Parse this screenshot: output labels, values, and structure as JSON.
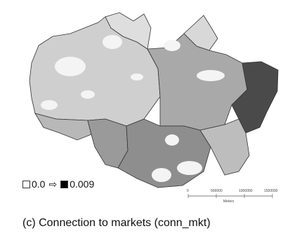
{
  "legend": {
    "min_label": "0.0",
    "max_label": "0.009",
    "arrow_glyph": "⇨",
    "min_color": "#ffffff",
    "max_color": "#000000"
  },
  "scale_bar": {
    "unit": "Meters",
    "ticks": [
      "0",
      "500000",
      "1000000",
      "1500000"
    ]
  },
  "caption": "(c) Connection to markets (conn_mkt)",
  "colors": {
    "background": "#ffffff",
    "region_light": "#d4d4d4",
    "region_mid": "#a6a6a6",
    "region_dark": "#7a7a7a",
    "region_east_dark": "#3a3a3a",
    "border": "#333333"
  }
}
